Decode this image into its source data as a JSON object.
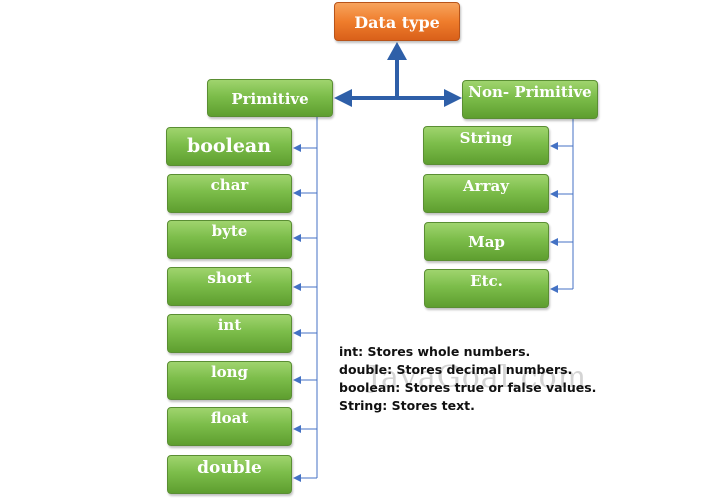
{
  "root": {
    "label": "Data type"
  },
  "primitive": {
    "label": "Primitive",
    "items": [
      "boolean",
      "char",
      "byte",
      "short",
      "int",
      "long",
      "float",
      "double"
    ]
  },
  "non_primitive": {
    "label": "Non- Primitive",
    "items": [
      "String",
      "Array",
      "Map",
      "Etc."
    ]
  },
  "notes": [
    "int: Stores whole numbers.",
    "double: Stores decimal numbers.",
    "boolean: Stores true or false values.",
    "String: Stores text."
  ],
  "watermark": "JavaGoal.com",
  "colors": {
    "green": "#7cbd4a",
    "orange": "#ef7d2c",
    "connector": "#4472c4",
    "arrow": "#2e5fa8"
  }
}
